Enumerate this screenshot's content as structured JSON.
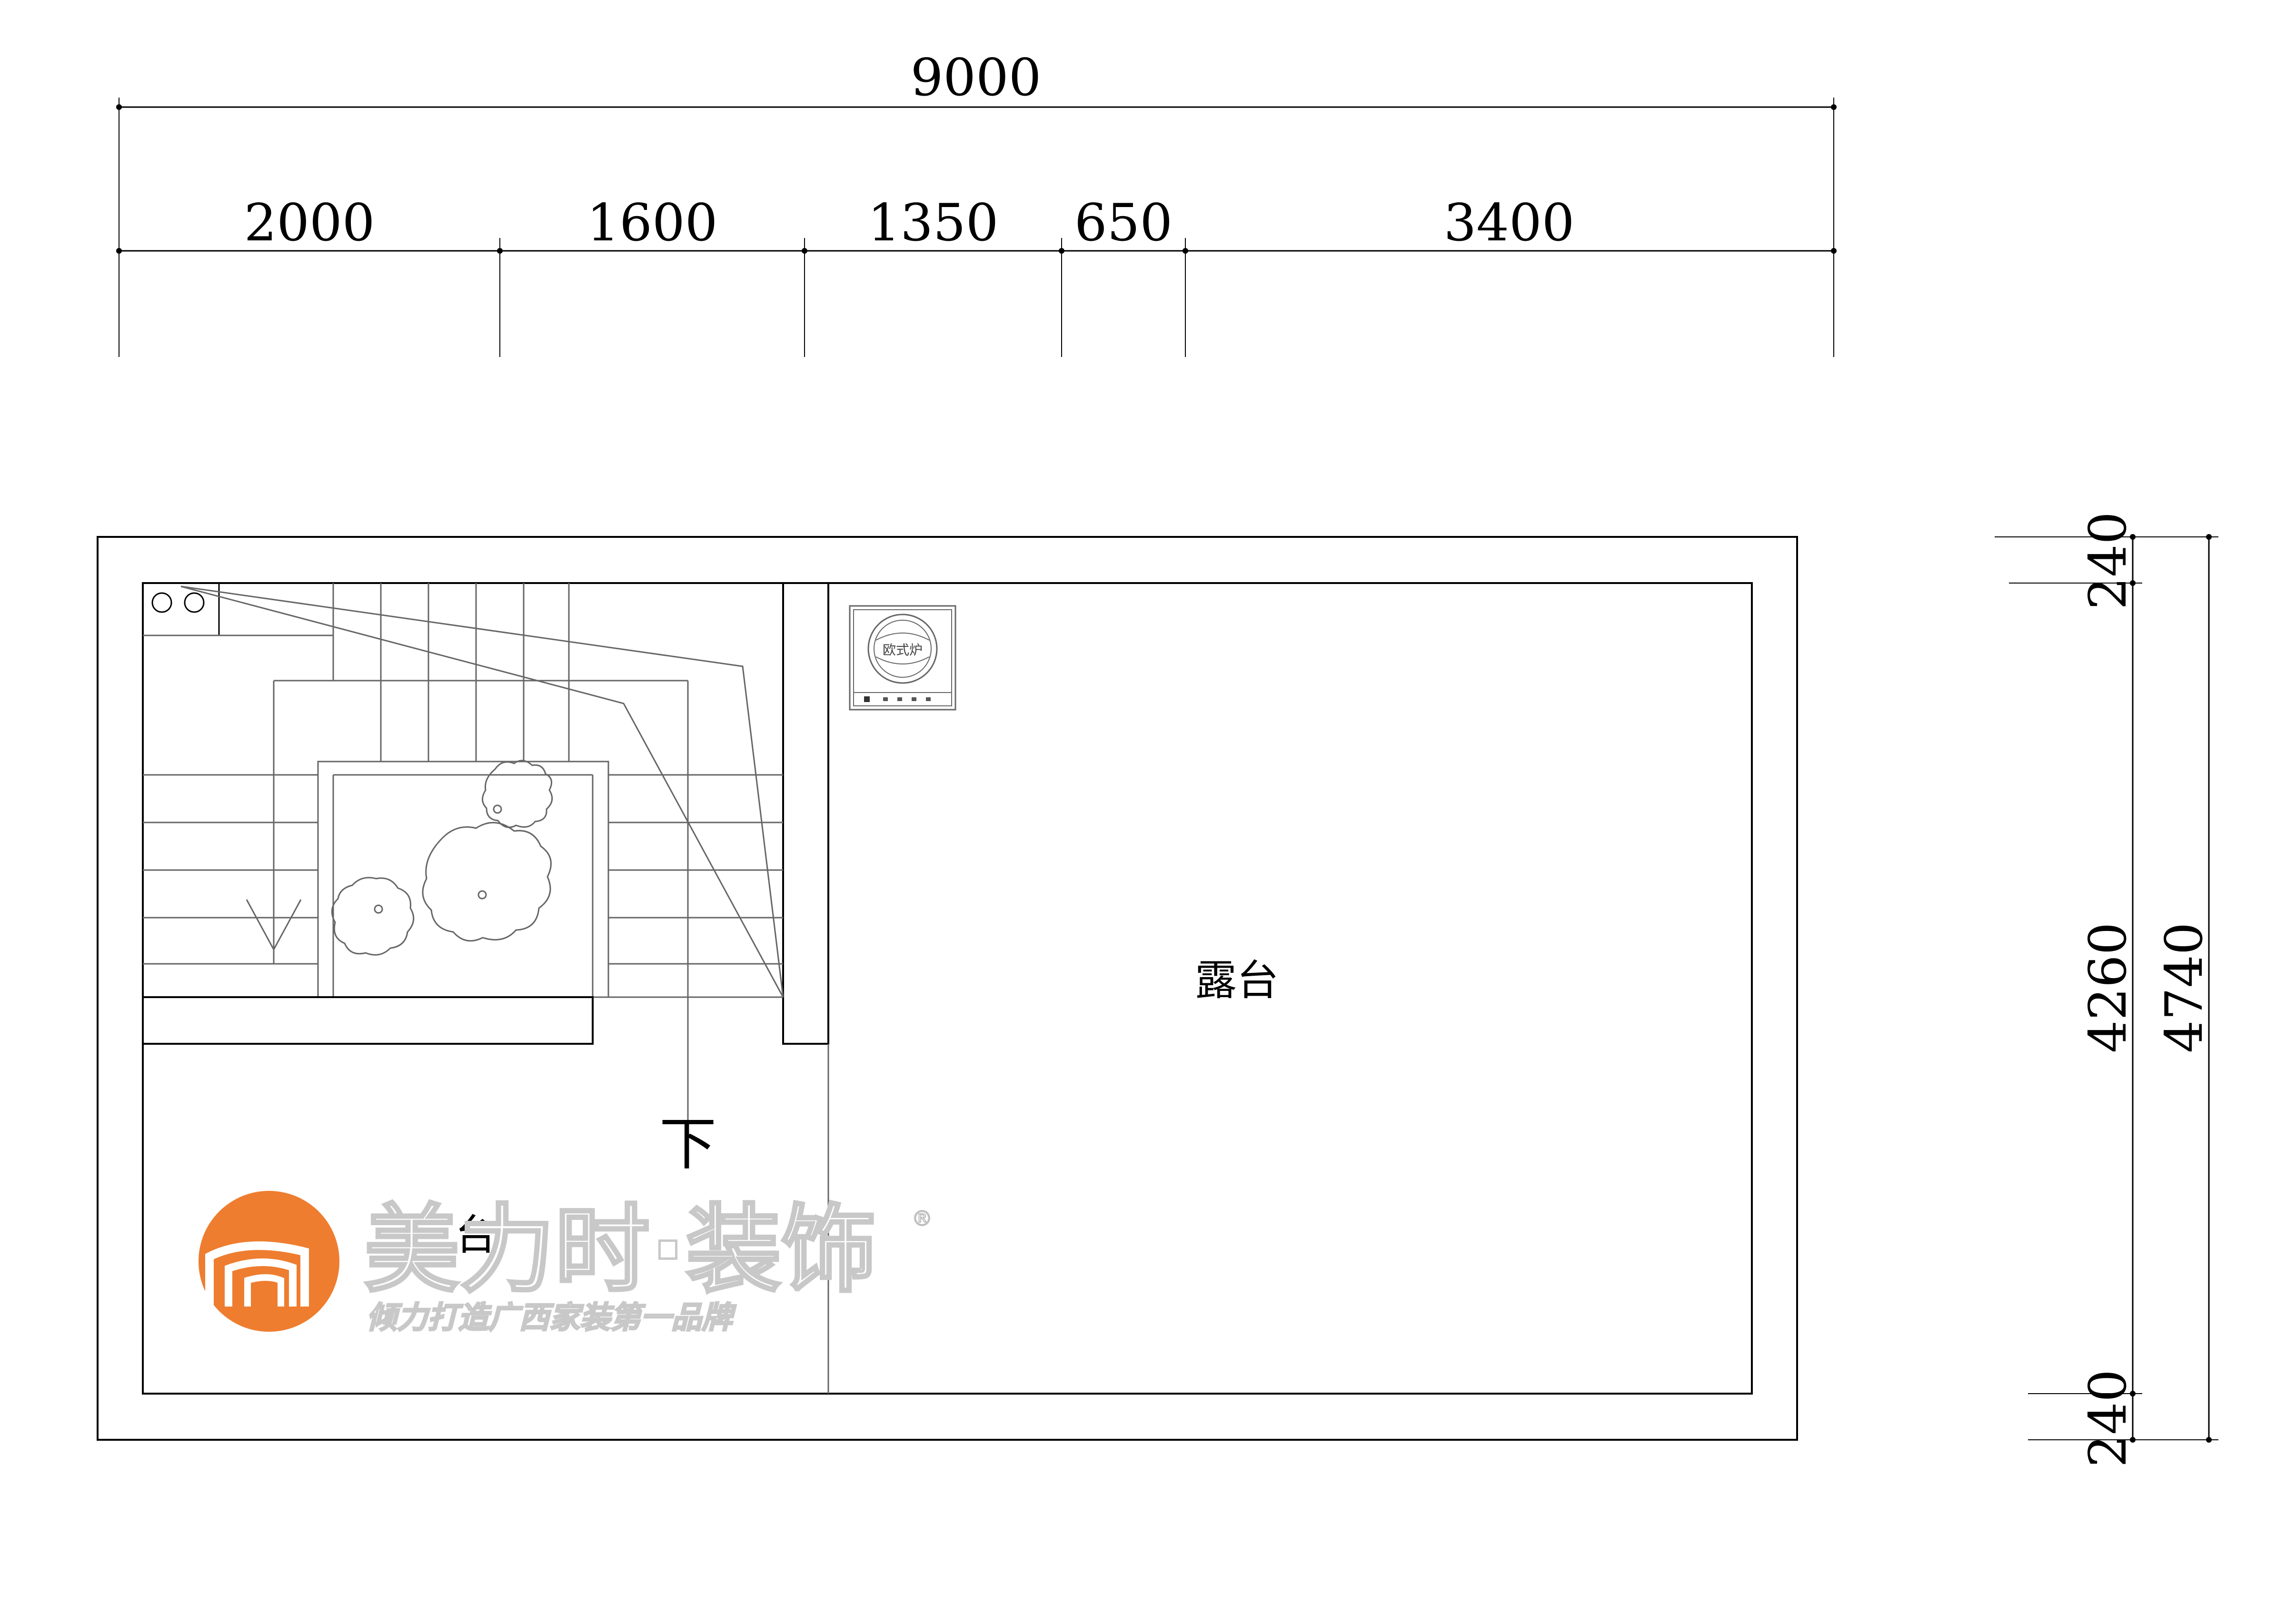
{
  "dimensions": {
    "top_total": "9000",
    "top_segments": [
      "2000",
      "1600",
      "1350",
      "650",
      "3400"
    ],
    "right_top": "240",
    "right_middle": "4260",
    "right_total": "4740",
    "right_bottom": "240"
  },
  "rooms": {
    "terrace_label": "露台",
    "stair_down_label": "下",
    "partial_label": "台"
  },
  "logo": {
    "name": "美力时·装饰",
    "registered_mark": "®",
    "slogan": "倾力打造广西家装第一品牌",
    "accent_color": "#ee7d2f"
  },
  "fixtures": {
    "stove_label": "欧式炉"
  },
  "icons": {
    "tree": "tree-icon",
    "arrow": "down-arrow-icon",
    "logo_mark": "logo-mark-icon"
  }
}
